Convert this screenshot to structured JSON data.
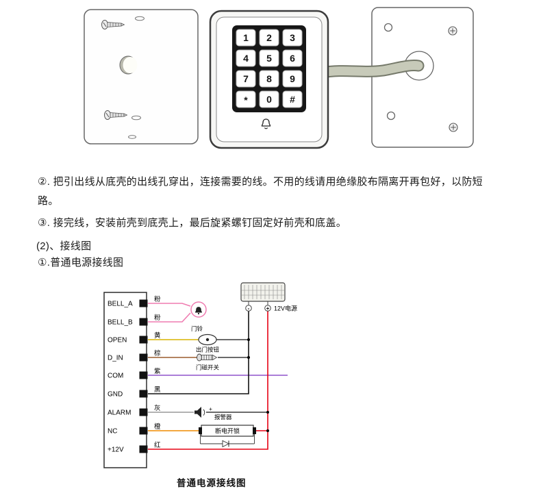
{
  "instructions": {
    "step2": "②. 把引出线从底壳的出线孔穿出，连接需要的线。不用的线请用绝缘胶布隔离开再包好，以防短路。",
    "step3": "③. 接完线，安装前壳到底壳上，最后旋紧螺钉固定好前壳和底盖。",
    "section": "(2)、接线图",
    "subsection": "①.普通电源接线图"
  },
  "devices": {
    "keypad": {
      "keys": [
        "1",
        "2",
        "3",
        "4",
        "5",
        "6",
        "7",
        "8",
        "9",
        "*",
        "0",
        "#"
      ]
    }
  },
  "wiring": {
    "caption": "普通电源接线图",
    "terminals": [
      {
        "name": "BELL_A",
        "color_label": "粉",
        "color": "#ef7bb0"
      },
      {
        "name": "BELL_B",
        "color_label": "粉",
        "color": "#ef7bb0"
      },
      {
        "name": "OPEN",
        "color_label": "黄",
        "color": "#d8b400"
      },
      {
        "name": "D_IN",
        "color_label": "棕",
        "color": "#9a5b2d"
      },
      {
        "name": "COM",
        "color_label": "紫",
        "color": "#8f52cc"
      },
      {
        "name": "GND",
        "color_label": "黑",
        "color": "#111111"
      },
      {
        "name": "ALARM",
        "color_label": "灰",
        "color": "#999999"
      },
      {
        "name": "NC",
        "color_label": "橙",
        "color": "#ef8a00"
      },
      {
        "name": "+12V",
        "color_label": "红",
        "color": "#e60012"
      }
    ],
    "components": {
      "doorbell": "门铃",
      "exit_button": "出门按钮",
      "door_sensor": "门磁开关",
      "alarm_plus": "+",
      "alarm": "报警器",
      "lock": "断电开锁",
      "power": "12V电源",
      "power_neg": "-",
      "power_pos": "+"
    }
  }
}
